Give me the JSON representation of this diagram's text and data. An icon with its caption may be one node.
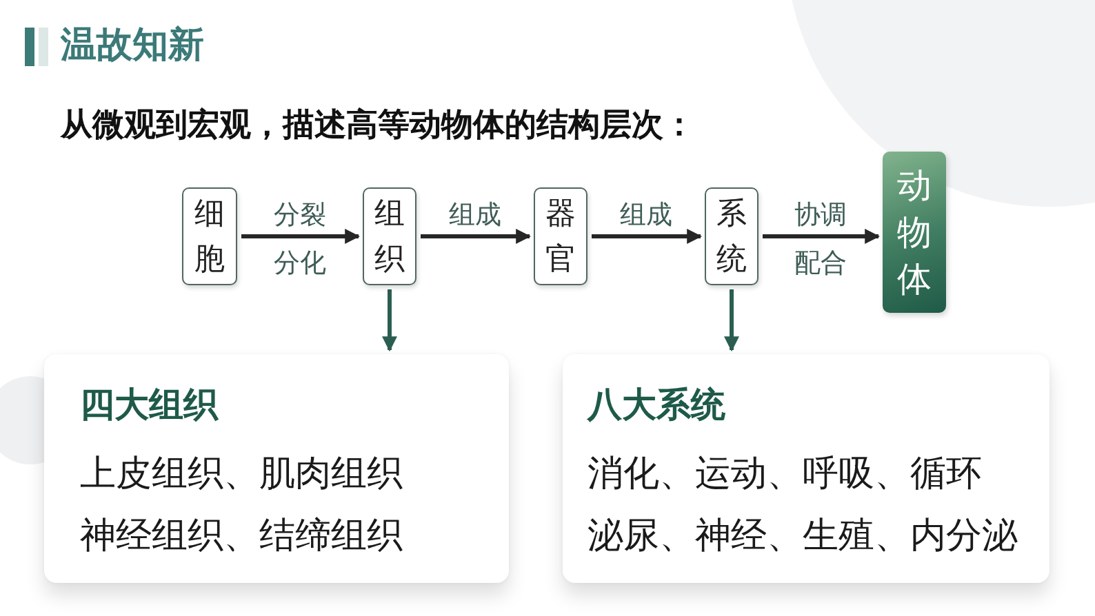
{
  "diagram": {
    "title": "温故知新",
    "nodes": [
      {
        "text": [
          "细胞"
        ]
      },
      {
        "text": [
          "组织"
        ]
      },
      {
        "text": [
          "器官"
        ]
      },
      {
        "text": [
          "系统"
        ]
      },
      {
        "text": [
          "动物体"
        ]
      },
      {
        "text": [
          "四大组织",
          "上皮组织、肌肉组织",
          "神经组织、结缔组织"
        ]
      },
      {
        "text": [
          "八大系统",
          "消化、运动、呼吸、循环",
          "泌尿、神经、生殖、内分泌"
        ]
      }
    ],
    "edges": [
      {
        "from": 0,
        "to": 1,
        "arrow": "to",
        "label": "分裂分化"
      },
      {
        "from": 1,
        "to": 2,
        "arrow": "to",
        "label": "组成"
      },
      {
        "from": 2,
        "to": 3,
        "arrow": "to",
        "label": "组成"
      },
      {
        "from": 3,
        "to": 4,
        "arrow": "to",
        "label": "协调配合"
      },
      {
        "from": 1,
        "to": 5,
        "arrow": "to",
        "color": "#2b5e50"
      },
      {
        "from": 3,
        "to": 6,
        "arrow": "to",
        "color": "#2b5e50"
      }
    ],
    "labels": [
      "从微观到宏观，描述高等动物体的结构层次："
    ]
  }
}
